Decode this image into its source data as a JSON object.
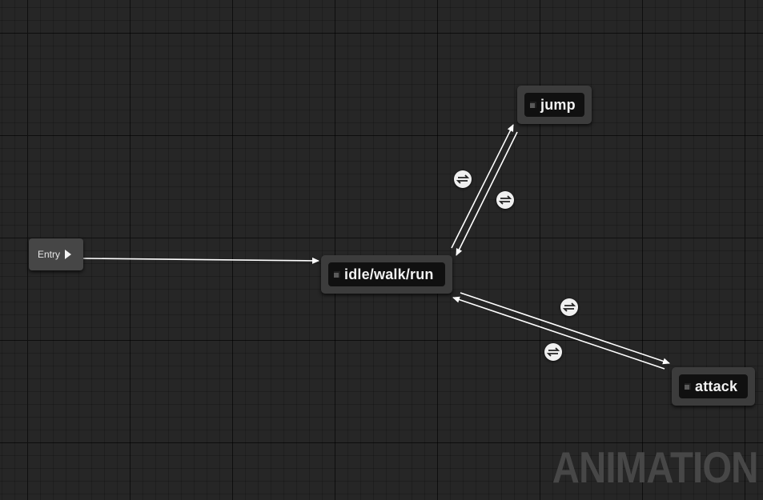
{
  "graph": {
    "entry": {
      "label": "Entry"
    },
    "states": [
      {
        "id": "idle",
        "label": "idle/walk/run"
      },
      {
        "id": "jump",
        "label": "jump"
      },
      {
        "id": "attack",
        "label": "attack"
      }
    ],
    "transitions": [
      {
        "from": "entry",
        "to": "idle"
      },
      {
        "from": "idle",
        "to": "jump"
      },
      {
        "from": "jump",
        "to": "idle"
      },
      {
        "from": "idle",
        "to": "attack"
      },
      {
        "from": "attack",
        "to": "idle"
      }
    ]
  },
  "watermark": "ANIMATION",
  "colors": {
    "background": "#262626",
    "node": "#3c3c3c",
    "node_inner": "#101010",
    "wire": "#ffffff"
  }
}
